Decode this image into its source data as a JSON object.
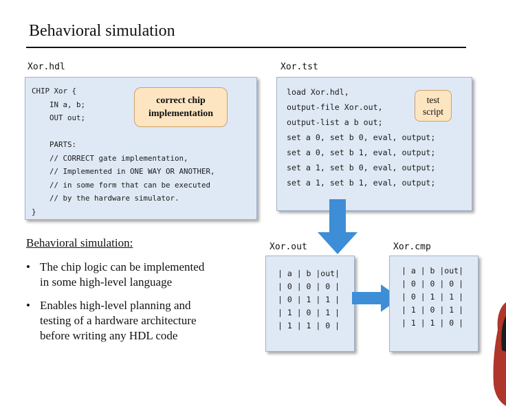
{
  "title": "Behavioral simulation",
  "hdl": {
    "filename": "Xor.hdl",
    "code": [
      "CHIP Xor {",
      "    IN a, b;",
      "    OUT out;",
      "",
      "    PARTS:",
      "    // CORRECT gate implementation,",
      "    // Implemented in ONE WAY OR ANOTHER,",
      "    // in some form that can be executed",
      "    // by the hardware simulator.",
      "}"
    ],
    "callout": [
      "correct chip",
      "implementation"
    ]
  },
  "tst": {
    "filename": "Xor.tst",
    "code": [
      "load Xor.hdl,",
      "output-file Xor.out,",
      "output-list a b out;",
      "set a 0, set b 0, eval, output;",
      "set a 0, set b 1, eval, output;",
      "set a 1, set b 0, eval, output;",
      "set a 1, set b 1, eval, output;"
    ],
    "callout": [
      "test",
      "script"
    ]
  },
  "notes": {
    "heading": "Behavioral simulation:",
    "bullets": [
      [
        "The chip logic can be implemented",
        "in some high-level language"
      ],
      [
        "Enables high-level planning and",
        "testing of a hardware architecture",
        "before writing any HDL code"
      ]
    ]
  },
  "out_file": {
    "filename": "Xor.out",
    "rows": [
      "| a | b |out|",
      "| 0 | 0 | 0 |",
      "| 0 | 1 | 1 |",
      "| 1 | 0 | 1 |",
      "| 1 | 1 | 0 |"
    ]
  },
  "cmp_file": {
    "filename": "Xor.cmp",
    "rows": [
      "| a | b |out|",
      "| 0 | 0 | 0 |",
      "| 0 | 1 | 1 |",
      "| 1 | 0 | 1 |",
      "| 1 | 1 | 0 |"
    ]
  },
  "colors": {
    "panel": "#dfe9f5",
    "callout": "#fde5c2",
    "arrow": "#3d8ed6"
  }
}
